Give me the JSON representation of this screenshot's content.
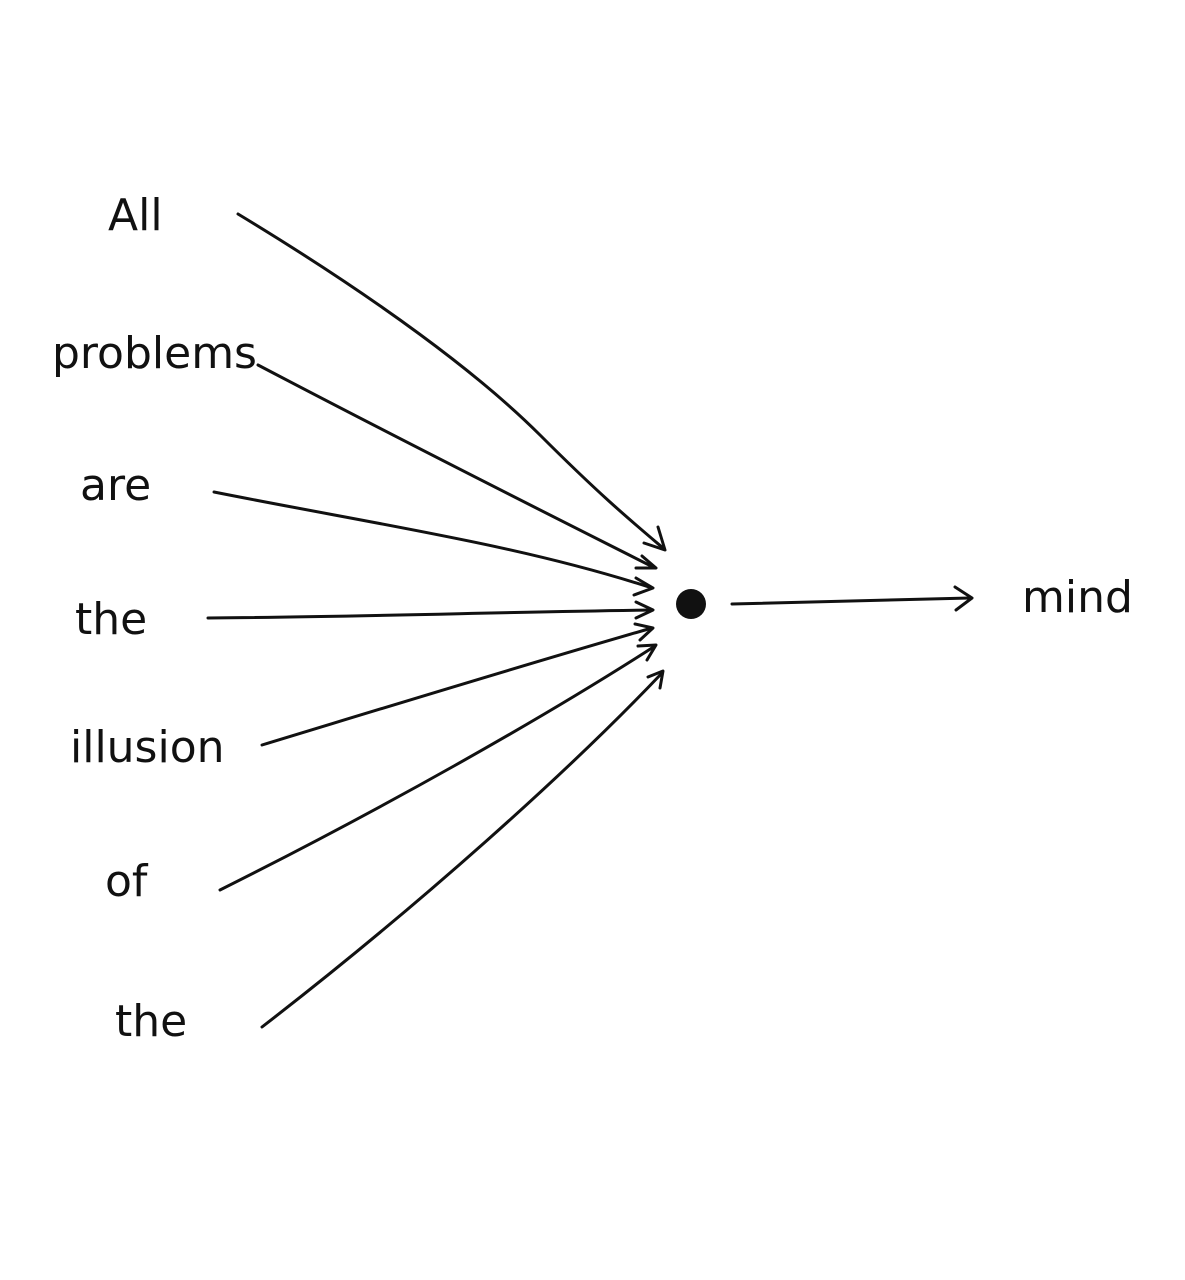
{
  "diagram": {
    "inputs": [
      {
        "id": "all",
        "label": "All"
      },
      {
        "id": "problems",
        "label": "problems"
      },
      {
        "id": "are",
        "label": "are"
      },
      {
        "id": "the-1",
        "label": "the"
      },
      {
        "id": "illusion",
        "label": "illusion"
      },
      {
        "id": "of",
        "label": "of"
      },
      {
        "id": "the-2",
        "label": "the"
      }
    ],
    "output": {
      "label": "mind"
    },
    "colors": {
      "ink": "#111111",
      "background": "#ffffff"
    }
  }
}
